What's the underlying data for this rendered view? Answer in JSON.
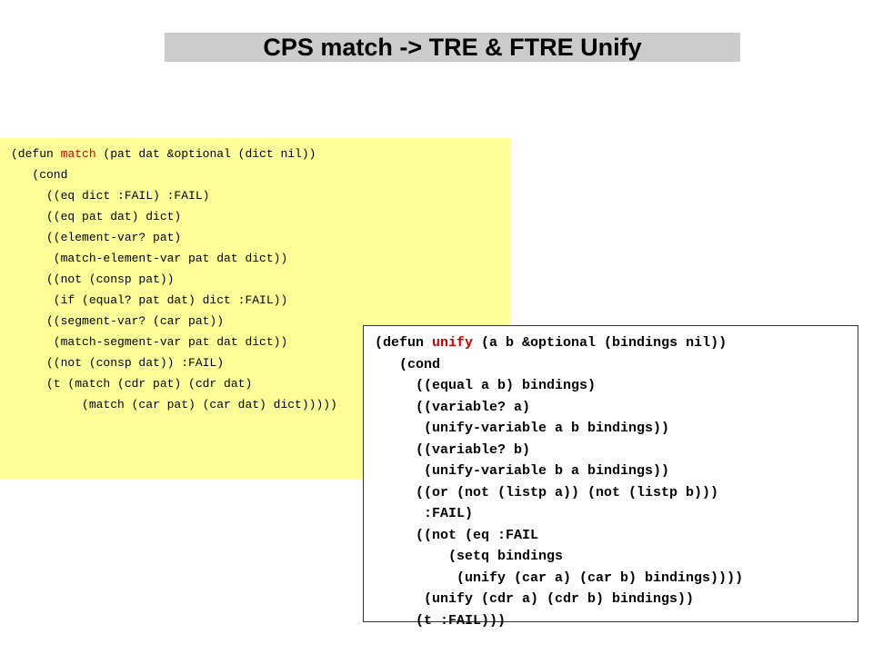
{
  "title": "CPS match -> TRE & FTRE Unify",
  "colors": {
    "title_background": "#cccccc",
    "match_background": "#ffff99",
    "unify_background": "#ffffff",
    "function_name": "#cc0000"
  },
  "match_code": {
    "lines": [
      {
        "pre": "(defun ",
        "fn": "match",
        "post": " (pat dat &optional (dict nil))"
      },
      {
        "text": "   (cond"
      },
      {
        "text": "     ((eq dict :FAIL) :FAIL)"
      },
      {
        "text": "     ((eq pat dat) dict)"
      },
      {
        "text": "     ((element-var? pat)"
      },
      {
        "text": "      (match-element-var pat dat dict))"
      },
      {
        "text": "     ((not (consp pat))"
      },
      {
        "text": "      (if (equal? pat dat) dict :FAIL))"
      },
      {
        "text": "     ((segment-var? (car pat))"
      },
      {
        "text": "      (match-segment-var pat dat dict))"
      },
      {
        "text": "     ((not (consp dat)) :FAIL)"
      },
      {
        "text": "     (t (match (cdr pat) (cdr dat)"
      },
      {
        "text": "          (match (car pat) (car dat) dict)))))"
      }
    ]
  },
  "unify_code": {
    "lines": [
      {
        "pre": "(defun ",
        "fn": "unify",
        "post": " (a b &optional (bindings nil))"
      },
      {
        "text": "   (cond"
      },
      {
        "text": "     ((equal a b) bindings)"
      },
      {
        "text": "     ((variable? a)"
      },
      {
        "text": "      (unify-variable a b bindings))"
      },
      {
        "text": "     ((variable? b)"
      },
      {
        "text": "      (unify-variable b a bindings))"
      },
      {
        "text": "     ((or (not (listp a)) (not (listp b)))"
      },
      {
        "text": "      :FAIL)"
      },
      {
        "text": "     ((not (eq :FAIL"
      },
      {
        "text": "         (setq bindings"
      },
      {
        "text": "          (unify (car a) (car b) bindings))))"
      },
      {
        "text": "      (unify (cdr a) (cdr b) bindings))"
      },
      {
        "text": "     (t :FAIL)))"
      }
    ]
  }
}
